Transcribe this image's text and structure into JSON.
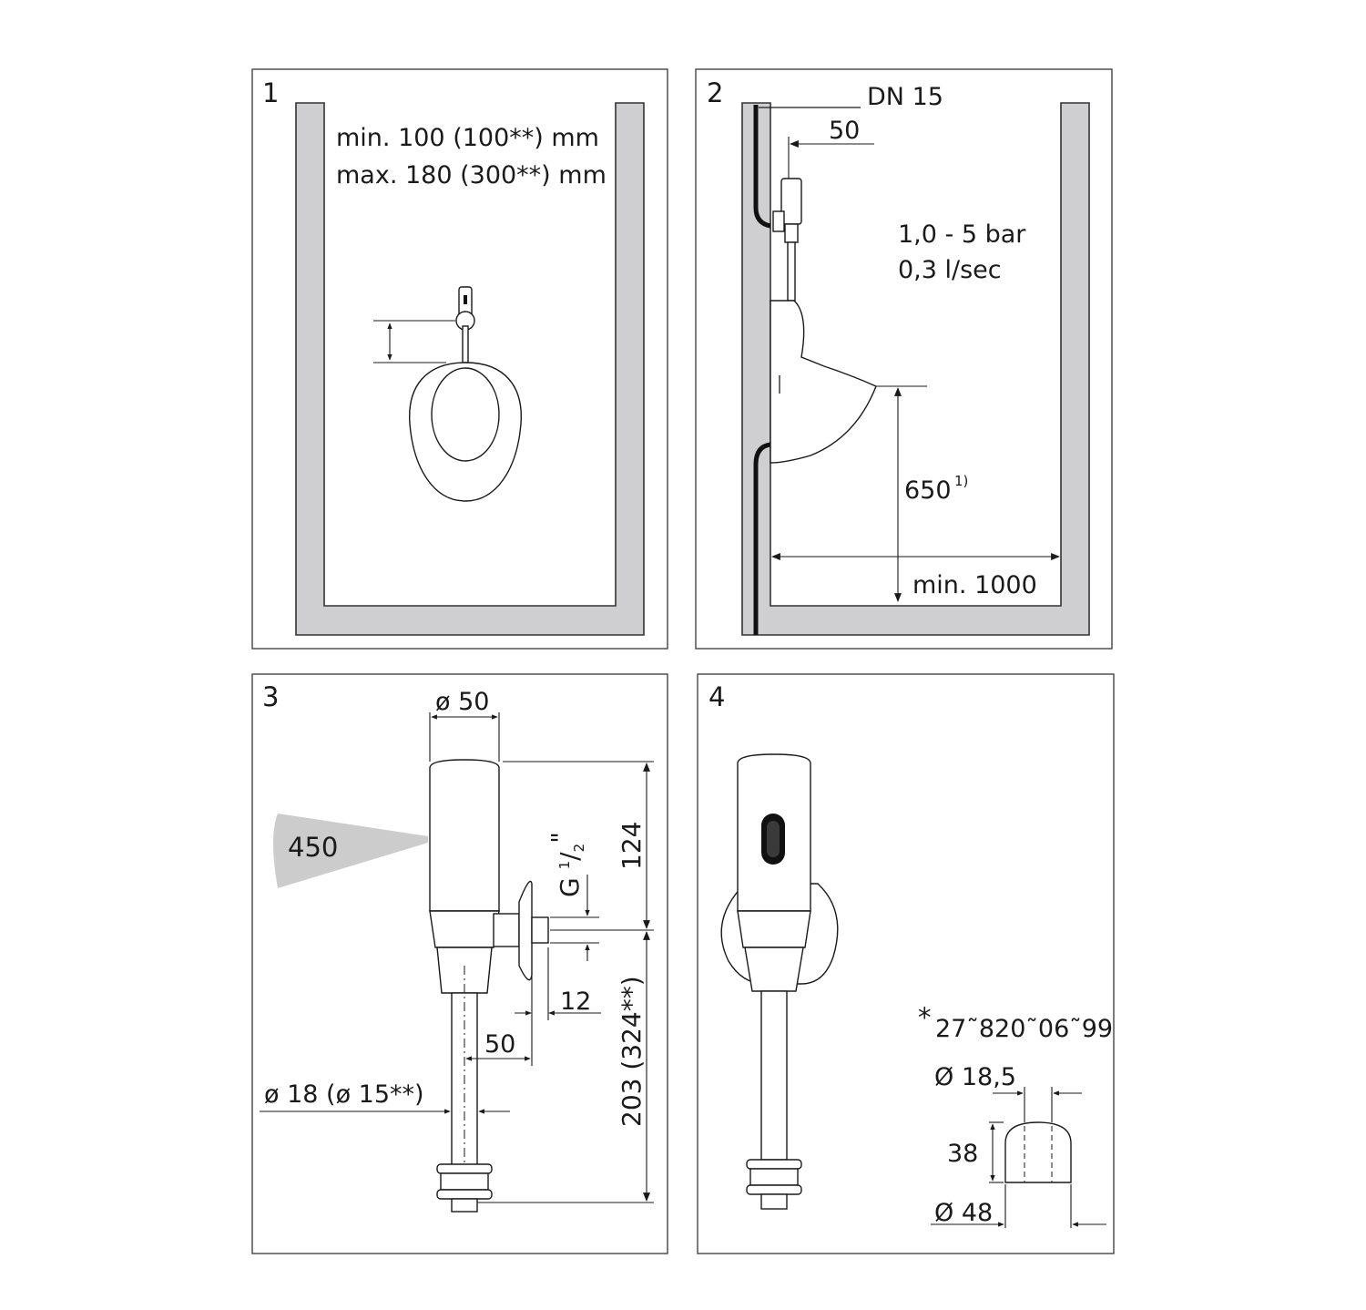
{
  "panels": [
    {
      "number": "1",
      "lines": [
        "min. 100 (100**) mm",
        "max. 180 (300**) mm"
      ]
    },
    {
      "number": "2",
      "labels": {
        "pipe": "DN 15",
        "offset": "50",
        "pressure": "1,0 - 5 bar",
        "flow": "0,3 l/sec",
        "height": "650",
        "height_note": "1)",
        "width": "min. 1000"
      }
    },
    {
      "number": "3",
      "labels": {
        "diameter_top": "ø 50",
        "sensor_range": "450",
        "thread_main": "G ",
        "thread_num": "1",
        "thread_slash": "/",
        "thread_den": "2",
        "thread_inch": "\"",
        "height_upper": "124",
        "height_lower": "203 (324**)",
        "gap": "12",
        "offset": "50",
        "pipe_diameter": "ø 18 (ø 15**)"
      }
    },
    {
      "number": "4",
      "labels": {
        "star": "*",
        "part_number": "27˜820˜06˜99",
        "diameter_inner": "Ø 18,5",
        "height": "38",
        "diameter_outer": "Ø 48"
      }
    }
  ]
}
